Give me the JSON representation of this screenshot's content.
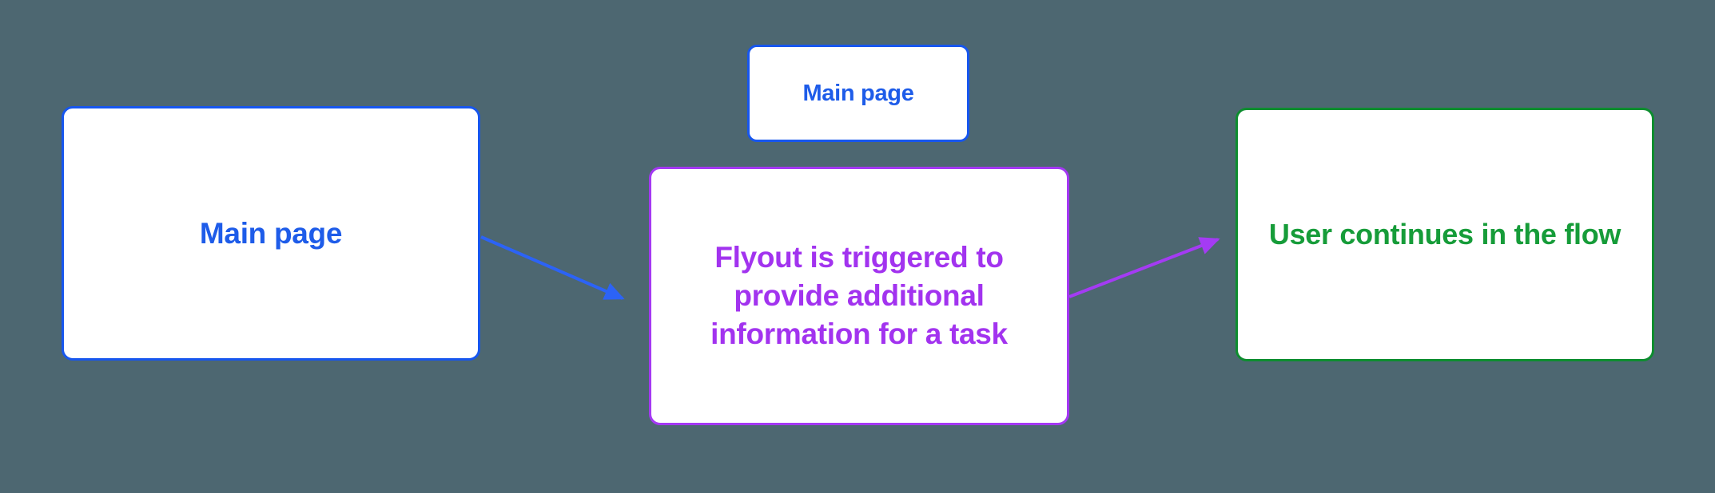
{
  "diagram": {
    "background_color": "#4d6771",
    "node_fill": "#ffffff",
    "nodes": [
      {
        "id": "main-page",
        "label": "Main page",
        "text_color": "#1e5ce9",
        "border_color": "#1756ee"
      },
      {
        "id": "main-page-small",
        "label": "Main page",
        "text_color": "#1e5ce9",
        "border_color": "#1756ee"
      },
      {
        "id": "flyout",
        "label": "Flyout is triggered to provide additional information for a task",
        "text_color": "#a233ef",
        "border_color": "#a438f3"
      },
      {
        "id": "user-continues",
        "label": "User continues in the flow",
        "text_color": "#169c39",
        "border_color": "#0d8d2f"
      }
    ],
    "edges": [
      {
        "from": "main-page",
        "to": "flyout",
        "color": "#2c63f6"
      },
      {
        "from": "flyout",
        "to": "user-continues",
        "color": "#a43bf3"
      }
    ]
  }
}
